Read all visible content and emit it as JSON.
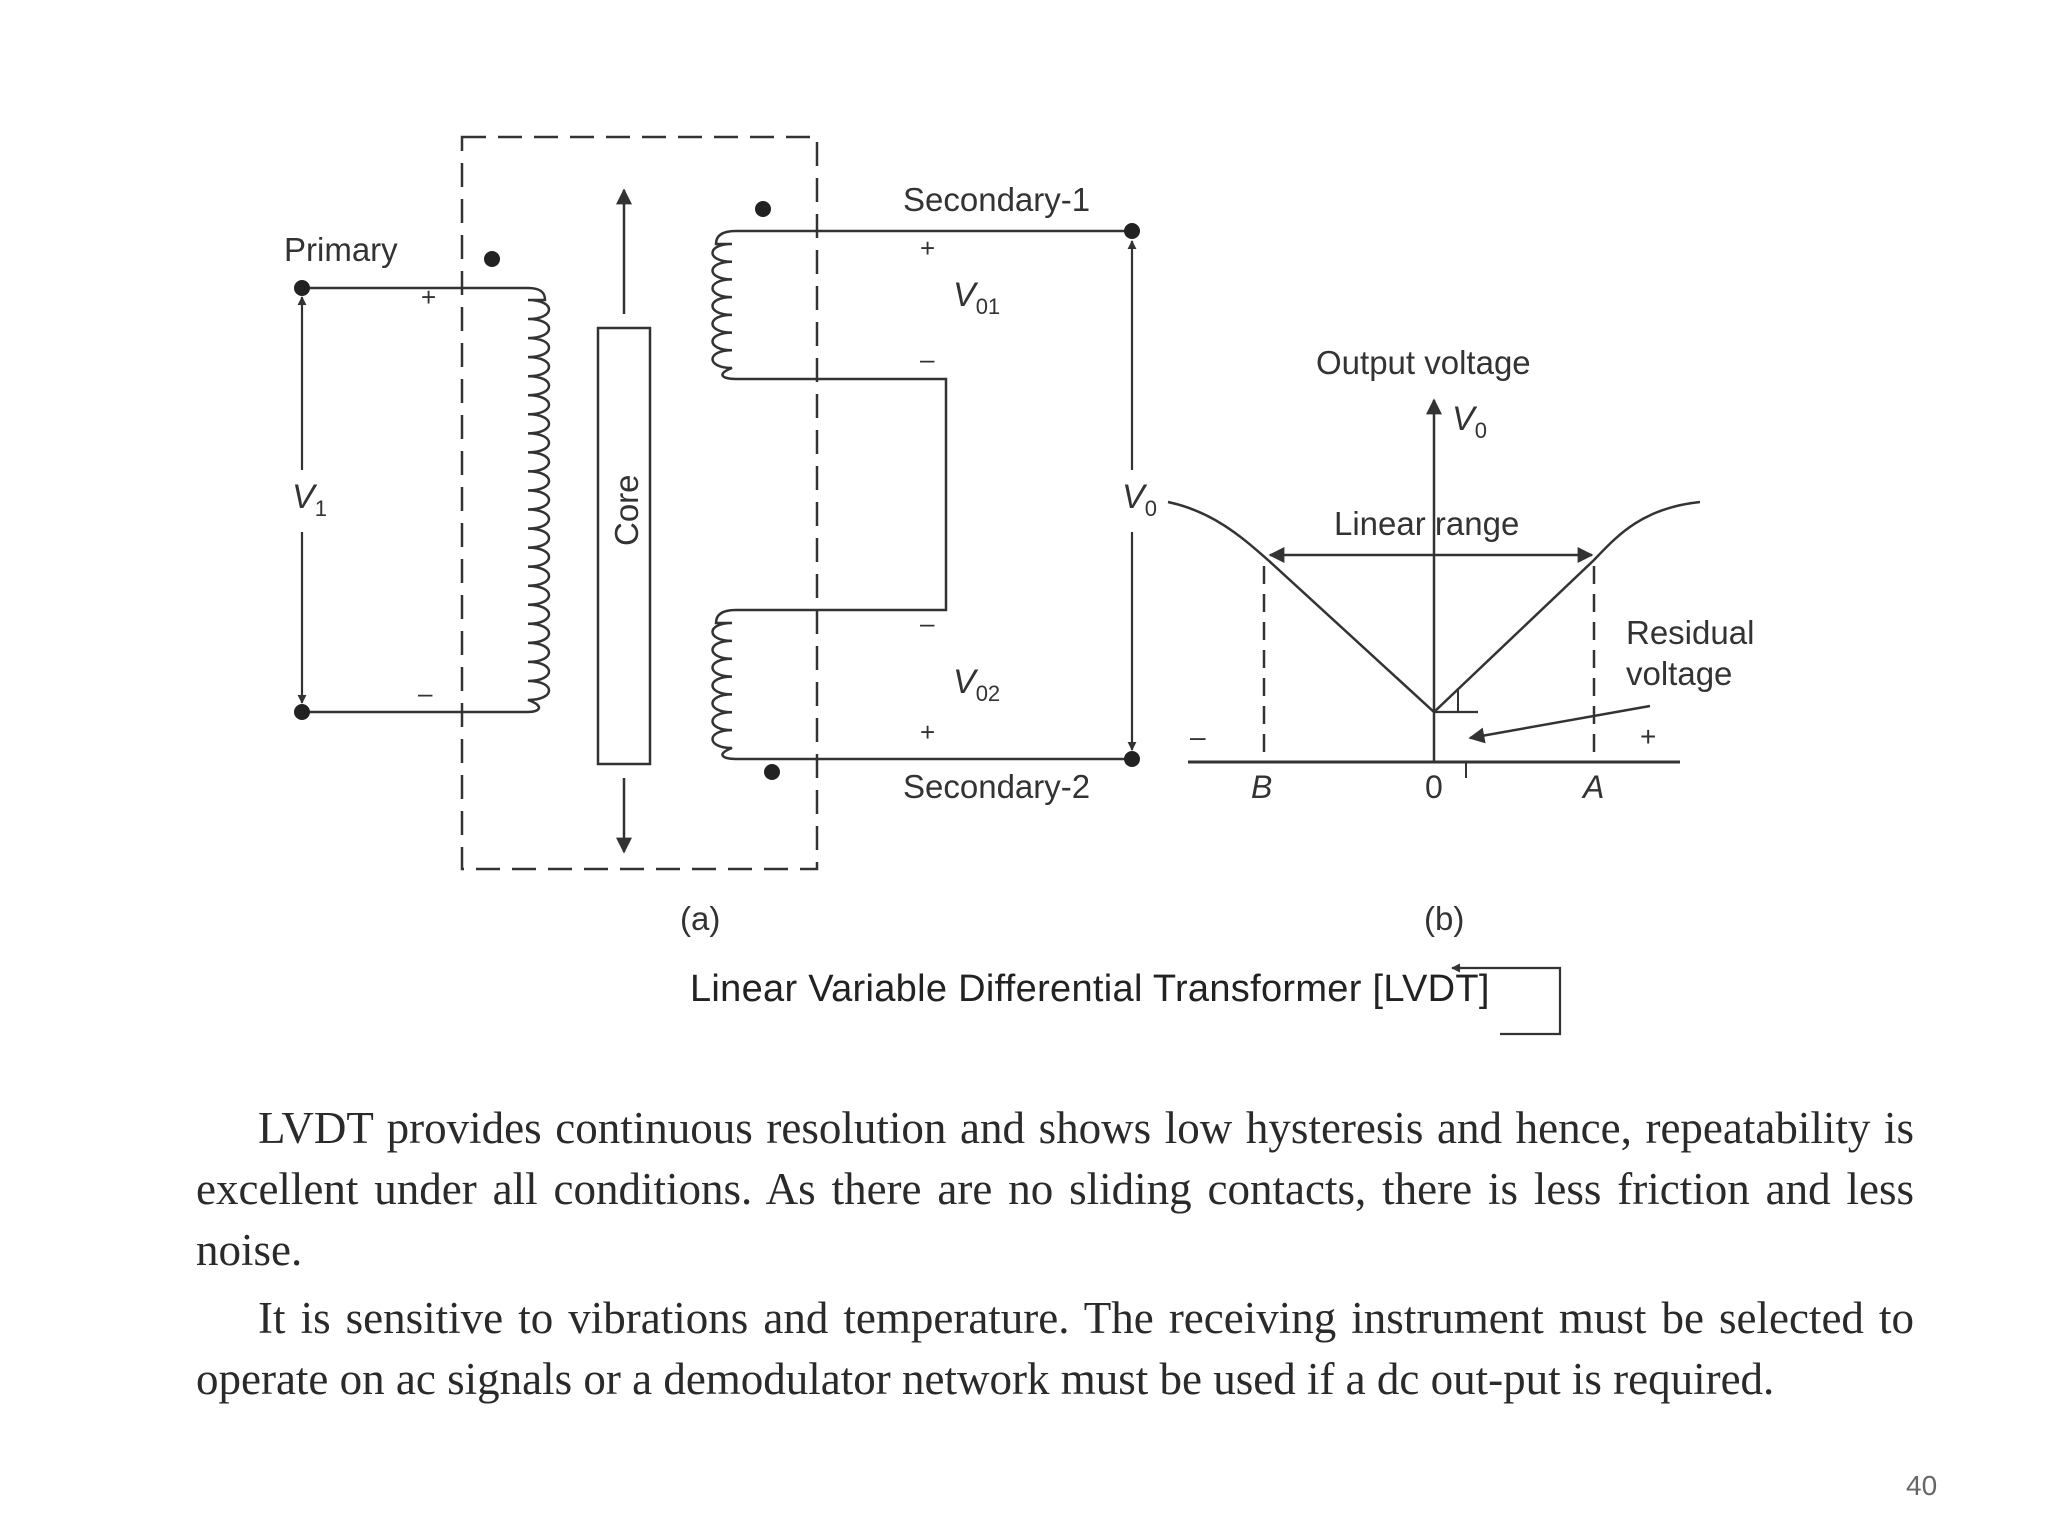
{
  "diagram": {
    "primary_label": "Primary",
    "secondary1_label": "Secondary-1",
    "secondary2_label": "Secondary-2",
    "core_label": "Core",
    "v1_label": "V",
    "v1_sub": "1",
    "v01_label": "V",
    "v01_sub": "01",
    "v02_label": "V",
    "v02_sub": "02",
    "v0_label": "V",
    "v0_sub": "0",
    "plus_sign": "+",
    "minus_sign": "–",
    "part_a_label": "(a)",
    "part_b_label": "(b)"
  },
  "graph": {
    "output_voltage_label": "Output voltage",
    "v0_axis_label": "V",
    "v0_axis_sub": "0",
    "linear_range_label": "Linear range",
    "residual_label_line1": "Residual",
    "residual_label_line2": "voltage",
    "minus_sign": "–",
    "plus_sign": "+",
    "tick_b": "B",
    "tick_zero": "0",
    "tick_a": "A"
  },
  "caption": "Linear Variable Differential Transformer [LVDT]",
  "paragraphs": [
    "LVDT provides continuous resolution and shows low hysteresis and hence, repeatability is excellent under all conditions. As there are no sliding contacts, there is less friction and less noise.",
    "It is sensitive to vibrations and temperature. The receiving instrument must be selected to operate on ac signals or a demodulator network must be used if a dc out-put is required."
  ],
  "page_number": "40"
}
